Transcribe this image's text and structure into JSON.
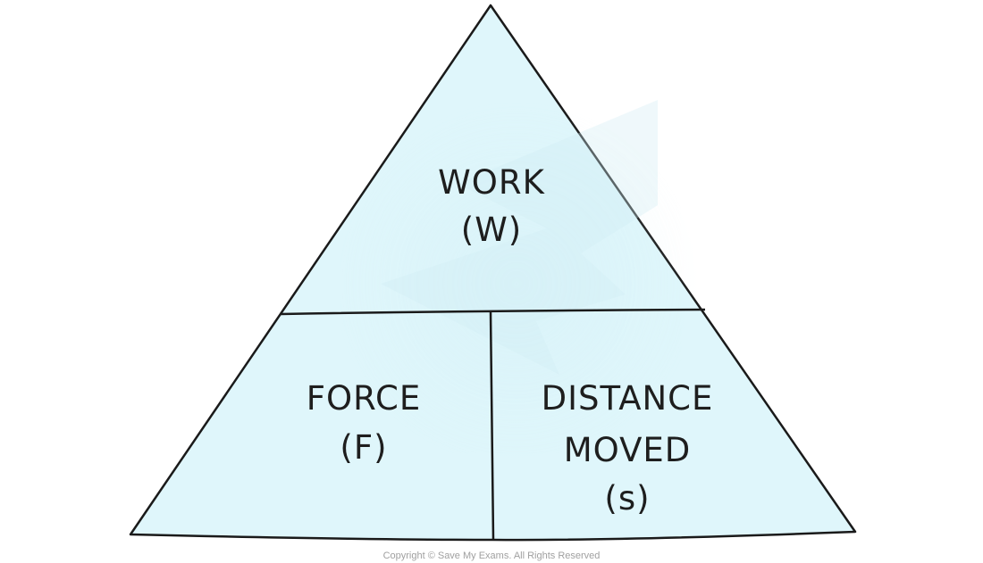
{
  "diagram": {
    "sections": {
      "top": {
        "name": "WORK",
        "symbol": "(W)"
      },
      "bottom_left": {
        "name": "FORCE",
        "symbol": "(F)"
      },
      "bottom_right": {
        "name_line1": "DISTANCE",
        "name_line2": "MOVED",
        "symbol": "(s)"
      }
    },
    "fill_color": "#dff6fb",
    "line_color": "#1a1a1a"
  },
  "footer": {
    "copyright": "Copyright © Save My Exams. All Rights Reserved"
  }
}
